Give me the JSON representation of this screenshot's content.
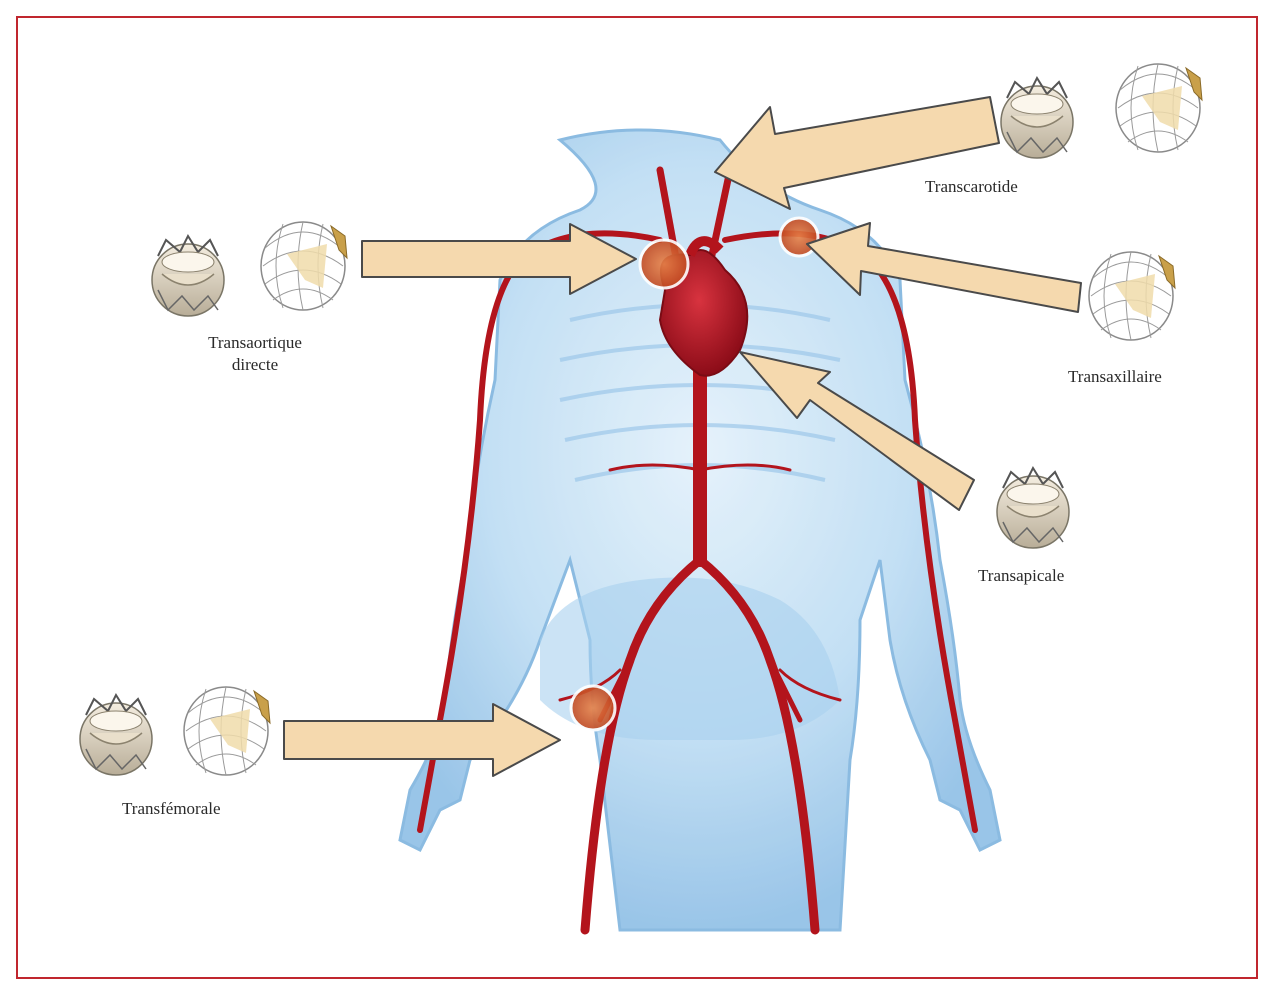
{
  "labels": {
    "transcarotide": "Transcarotide",
    "transaortique_line1": "Transaortique",
    "transaortique_line2": "directe",
    "transaxillaire": "Transaxillaire",
    "transapicale": "Transapicale",
    "transfemorale": "Transfémorale"
  },
  "colors": {
    "frame": "#c0262e",
    "arrow_fill": "#f5d9ae",
    "arrow_stroke": "#4a4a4a",
    "artery": "#b3141c",
    "heart": "#a40f1e",
    "body": "#b9d9f2",
    "access_site": "#d9652f"
  },
  "icons": {
    "valve_balloon": "balloon-expandable-valve-icon",
    "valve_self": "self-expanding-valve-icon"
  }
}
